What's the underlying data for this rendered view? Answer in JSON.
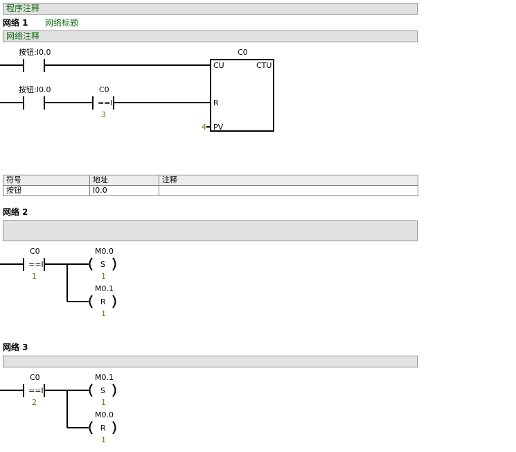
{
  "program_comment": "程序注释",
  "networks": [
    {
      "label": "网络 1",
      "title": "网络标题",
      "comment": "网络注释",
      "rung1_contact": "按钮:I0.0",
      "rung2_contact": "按钮:I0.0",
      "compare_address": "C0",
      "compare_op": "==I",
      "compare_value": "3",
      "counter_name": "C0",
      "counter_type": "CTU",
      "pin_cu": "CU",
      "pin_r": "R",
      "pin_pv": "PV",
      "pv_value": "4"
    },
    {
      "label": "网络 2",
      "comment": "",
      "compare_address": "C0",
      "compare_op": "==I",
      "compare_value": "1",
      "coil1_address": "M0.0",
      "coil1_op": "S",
      "coil1_count": "1",
      "coil2_address": "M0.1",
      "coil2_op": "R",
      "coil2_count": "1"
    },
    {
      "label": "网络 3",
      "comment": "",
      "compare_address": "C0",
      "compare_op": "==I",
      "compare_value": "2",
      "coil1_address": "M0.1",
      "coil1_op": "S",
      "coil1_count": "1",
      "coil2_address": "M0.0",
      "coil2_op": "R",
      "coil2_count": "1"
    }
  ],
  "symbol_table": {
    "headers": [
      "符号",
      "地址",
      "注释"
    ],
    "rows": [
      [
        "按钮",
        "I0.0",
        ""
      ]
    ]
  }
}
